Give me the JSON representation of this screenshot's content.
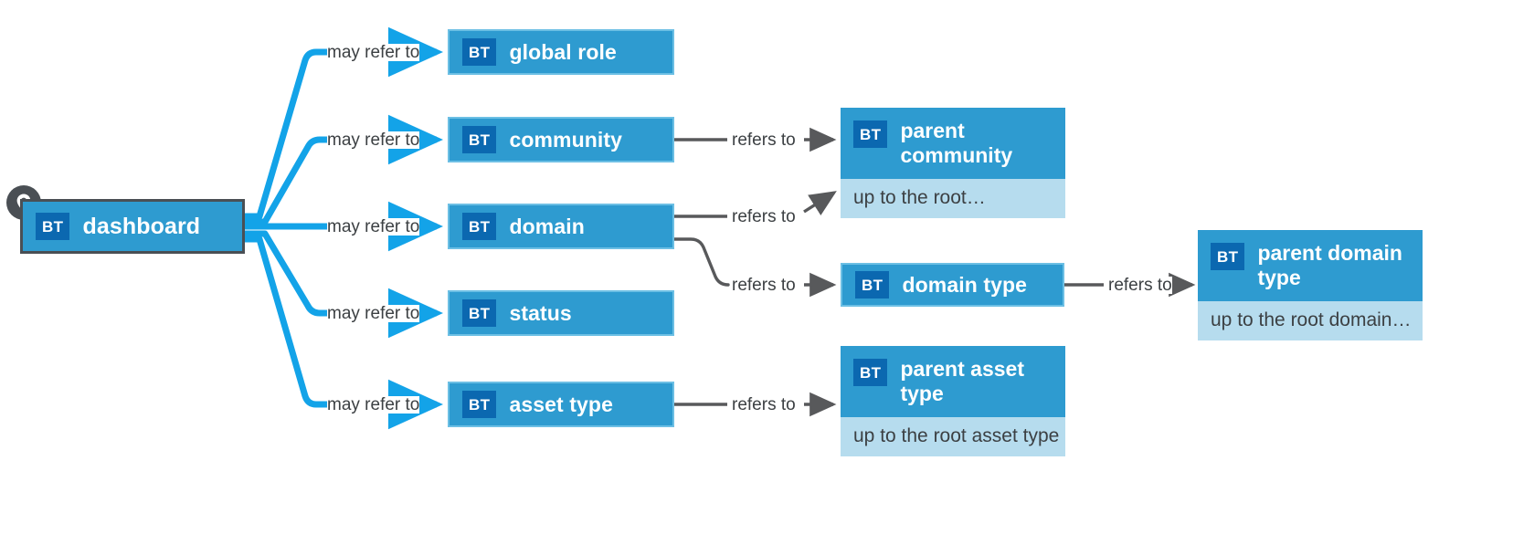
{
  "diagram": {
    "title": "dashboard relations diagram",
    "colors": {
      "node_fill": "#2e9bd0",
      "node_border": "#6cbfe4",
      "badge_fill": "#0b68b0",
      "body_fill": "#b6dcee",
      "primary_edge": "#13a3e8",
      "secondary_edge": "#58595b",
      "root_border": "#4a4f54",
      "label_text": "#3c4043"
    },
    "badge_text": "BT"
  },
  "root": {
    "label": "dashboard",
    "badge": "BT",
    "pin_icon": "map-pin-icon"
  },
  "nodes": [
    {
      "id": "global-role",
      "label": "global role",
      "badge": "BT"
    },
    {
      "id": "community",
      "label": "community",
      "badge": "BT"
    },
    {
      "id": "domain",
      "label": "domain",
      "badge": "BT"
    },
    {
      "id": "status",
      "label": "status",
      "badge": "BT"
    },
    {
      "id": "asset-type",
      "label": "asset type",
      "badge": "BT"
    },
    {
      "id": "domain-type",
      "label": "domain type",
      "badge": "BT"
    }
  ],
  "compound_nodes": [
    {
      "id": "parent-community",
      "title": "parent community",
      "badge": "BT",
      "body": "up to the root…"
    },
    {
      "id": "parent-asset-type",
      "title": "parent asset type",
      "badge": "BT",
      "body": "up to the root asset type"
    },
    {
      "id": "parent-domain-type",
      "title": "parent domain type",
      "badge": "BT",
      "body": "up to the root domain…"
    }
  ],
  "edges": [
    {
      "id": "e1",
      "from": "dashboard",
      "to": "global-role",
      "label": "may refer to",
      "kind": "primary"
    },
    {
      "id": "e2",
      "from": "dashboard",
      "to": "community",
      "label": "may refer to",
      "kind": "primary"
    },
    {
      "id": "e3",
      "from": "dashboard",
      "to": "domain",
      "label": "may refer to",
      "kind": "primary"
    },
    {
      "id": "e4",
      "from": "dashboard",
      "to": "status",
      "label": "may refer to",
      "kind": "primary"
    },
    {
      "id": "e5",
      "from": "dashboard",
      "to": "asset-type",
      "label": "may refer to",
      "kind": "primary"
    },
    {
      "id": "e6",
      "from": "community",
      "to": "parent-community",
      "label": "refers to",
      "kind": "secondary"
    },
    {
      "id": "e7",
      "from": "domain",
      "to": "parent-community",
      "label": "refers to",
      "kind": "secondary"
    },
    {
      "id": "e8",
      "from": "domain",
      "to": "domain-type",
      "label": "refers to",
      "kind": "secondary"
    },
    {
      "id": "e9",
      "from": "asset-type",
      "to": "parent-asset-type",
      "label": "refers to",
      "kind": "secondary"
    },
    {
      "id": "e10",
      "from": "domain-type",
      "to": "parent-domain-type",
      "label": "refers to",
      "kind": "secondary"
    }
  ]
}
